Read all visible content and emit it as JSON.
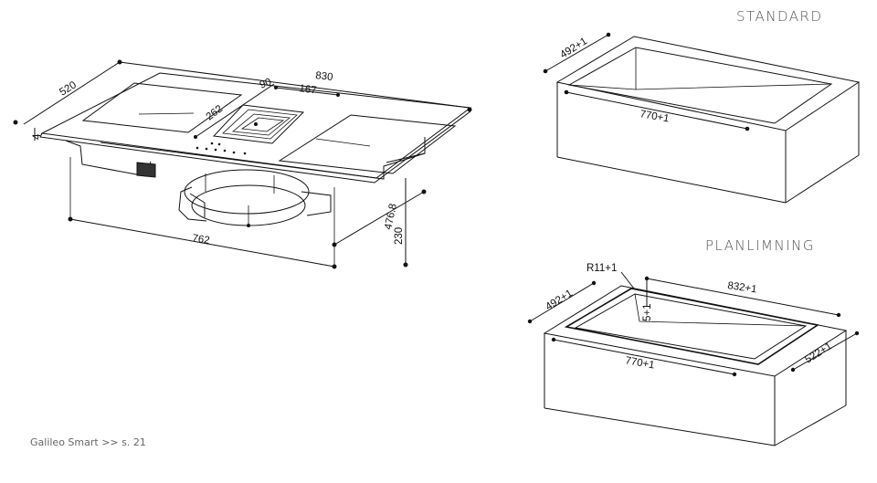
{
  "headings": {
    "standard": "STANDARD",
    "planlimning": "PLANLIMNING"
  },
  "footer": {
    "reference": "Galileo Smart  >> s. 21"
  },
  "hob_dimensions": {
    "depth": "520",
    "width": "830",
    "thickness": "4",
    "vent_width": "90",
    "vent_offset": "167",
    "vent_center": "262",
    "base_width": "762",
    "base_depth": "476.8",
    "height": "230"
  },
  "standard_cutout": {
    "depth": "492+1",
    "width": "770+1"
  },
  "flush_cutout": {
    "radius": "R11+1",
    "rebate_depth": "5+1",
    "outer_width": "832+1",
    "outer_depth": "522+1",
    "inner_depth": "492+1",
    "inner_width": "770+1"
  }
}
